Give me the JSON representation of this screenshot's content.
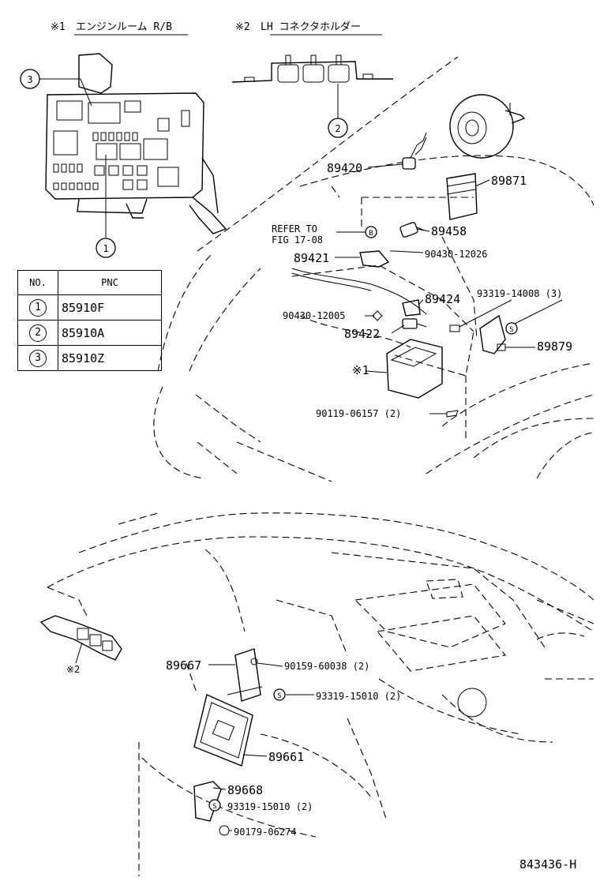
{
  "headers": {
    "mark1": "※1",
    "engine_room_rb": "エンジンルーム R/B",
    "mark2": "※2",
    "lh_connector_holder": "LH コネクタホルダー"
  },
  "callouts": {
    "c1": "1",
    "c2": "2",
    "c3": "3"
  },
  "table": {
    "col_no": "NO.",
    "col_pnc": "PNC",
    "rows": [
      {
        "no": "1",
        "pnc": "85910F"
      },
      {
        "no": "2",
        "pnc": "85910A"
      },
      {
        "no": "3",
        "pnc": "85910Z"
      }
    ]
  },
  "parts_upper": {
    "p89420": "89420",
    "p89871": "89871",
    "p89458": "89458",
    "refer1": "REFER TO",
    "refer2": "FIG 17-08",
    "p89421": "89421",
    "p90430a": "90430-12026",
    "p93319a": "93319-14008 (3)",
    "p89424": "89424",
    "p90430b": "90430-12005",
    "p89422": "89422",
    "p89879": "89879",
    "mark1": "※1",
    "p90119": "90119-06157 (2)",
    "marker_b": "B",
    "marker_s": "S"
  },
  "parts_lower": {
    "mark2": "※2",
    "p89667": "89667",
    "p90159": "90159-60038 (2)",
    "p93319b": "93319-15010 (2)",
    "p89661": "89661",
    "p89668": "89668",
    "p93319c": "93319-15010 (2)",
    "p90179": "90179-06274",
    "marker_s": "S"
  },
  "figure_id": "843436-H"
}
